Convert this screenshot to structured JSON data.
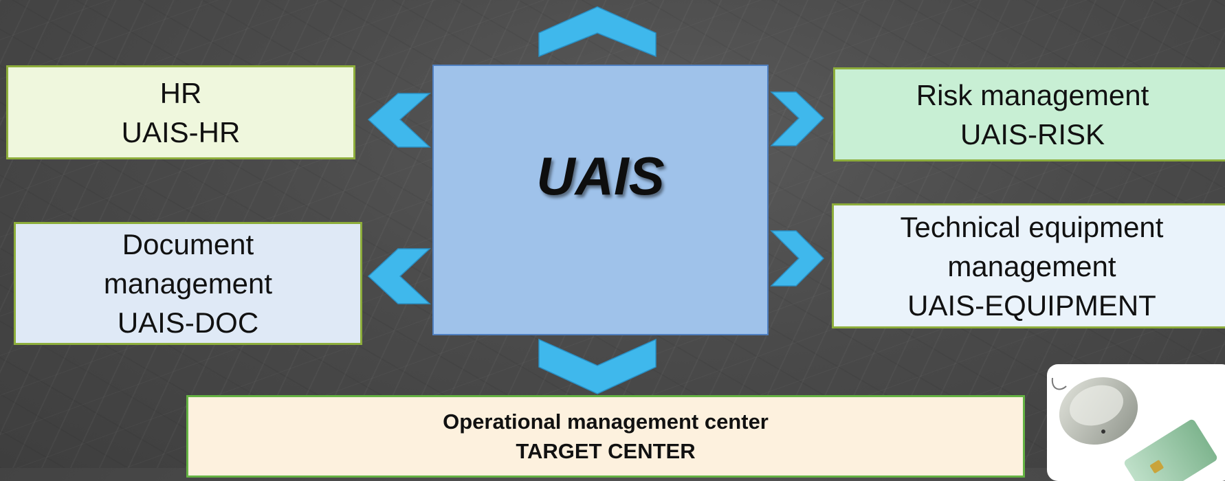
{
  "center": {
    "title": "UAIS"
  },
  "hr": {
    "line1": "HR",
    "line2": "UAIS-HR"
  },
  "document": {
    "line1": "Document",
    "line2": "management",
    "line3": "UAIS-DOC"
  },
  "risk": {
    "line1": "Risk management",
    "line2": "UAIS-RISK"
  },
  "equipment": {
    "line1": "Technical equipment",
    "line2": "management",
    "line3": "UAIS-EQUIPMENT"
  },
  "operations": {
    "line1": "Operational management center",
    "line2": "TARGET CENTER"
  },
  "colors": {
    "arrow": "#3fb8ec",
    "center_box": "#9fc2ea",
    "hr_box": "#eff7dd",
    "document_box": "#dfe9f6",
    "risk_box": "#c8efd4",
    "equipment_box": "#eaf3fb",
    "operations_box": "#fdf1de"
  }
}
